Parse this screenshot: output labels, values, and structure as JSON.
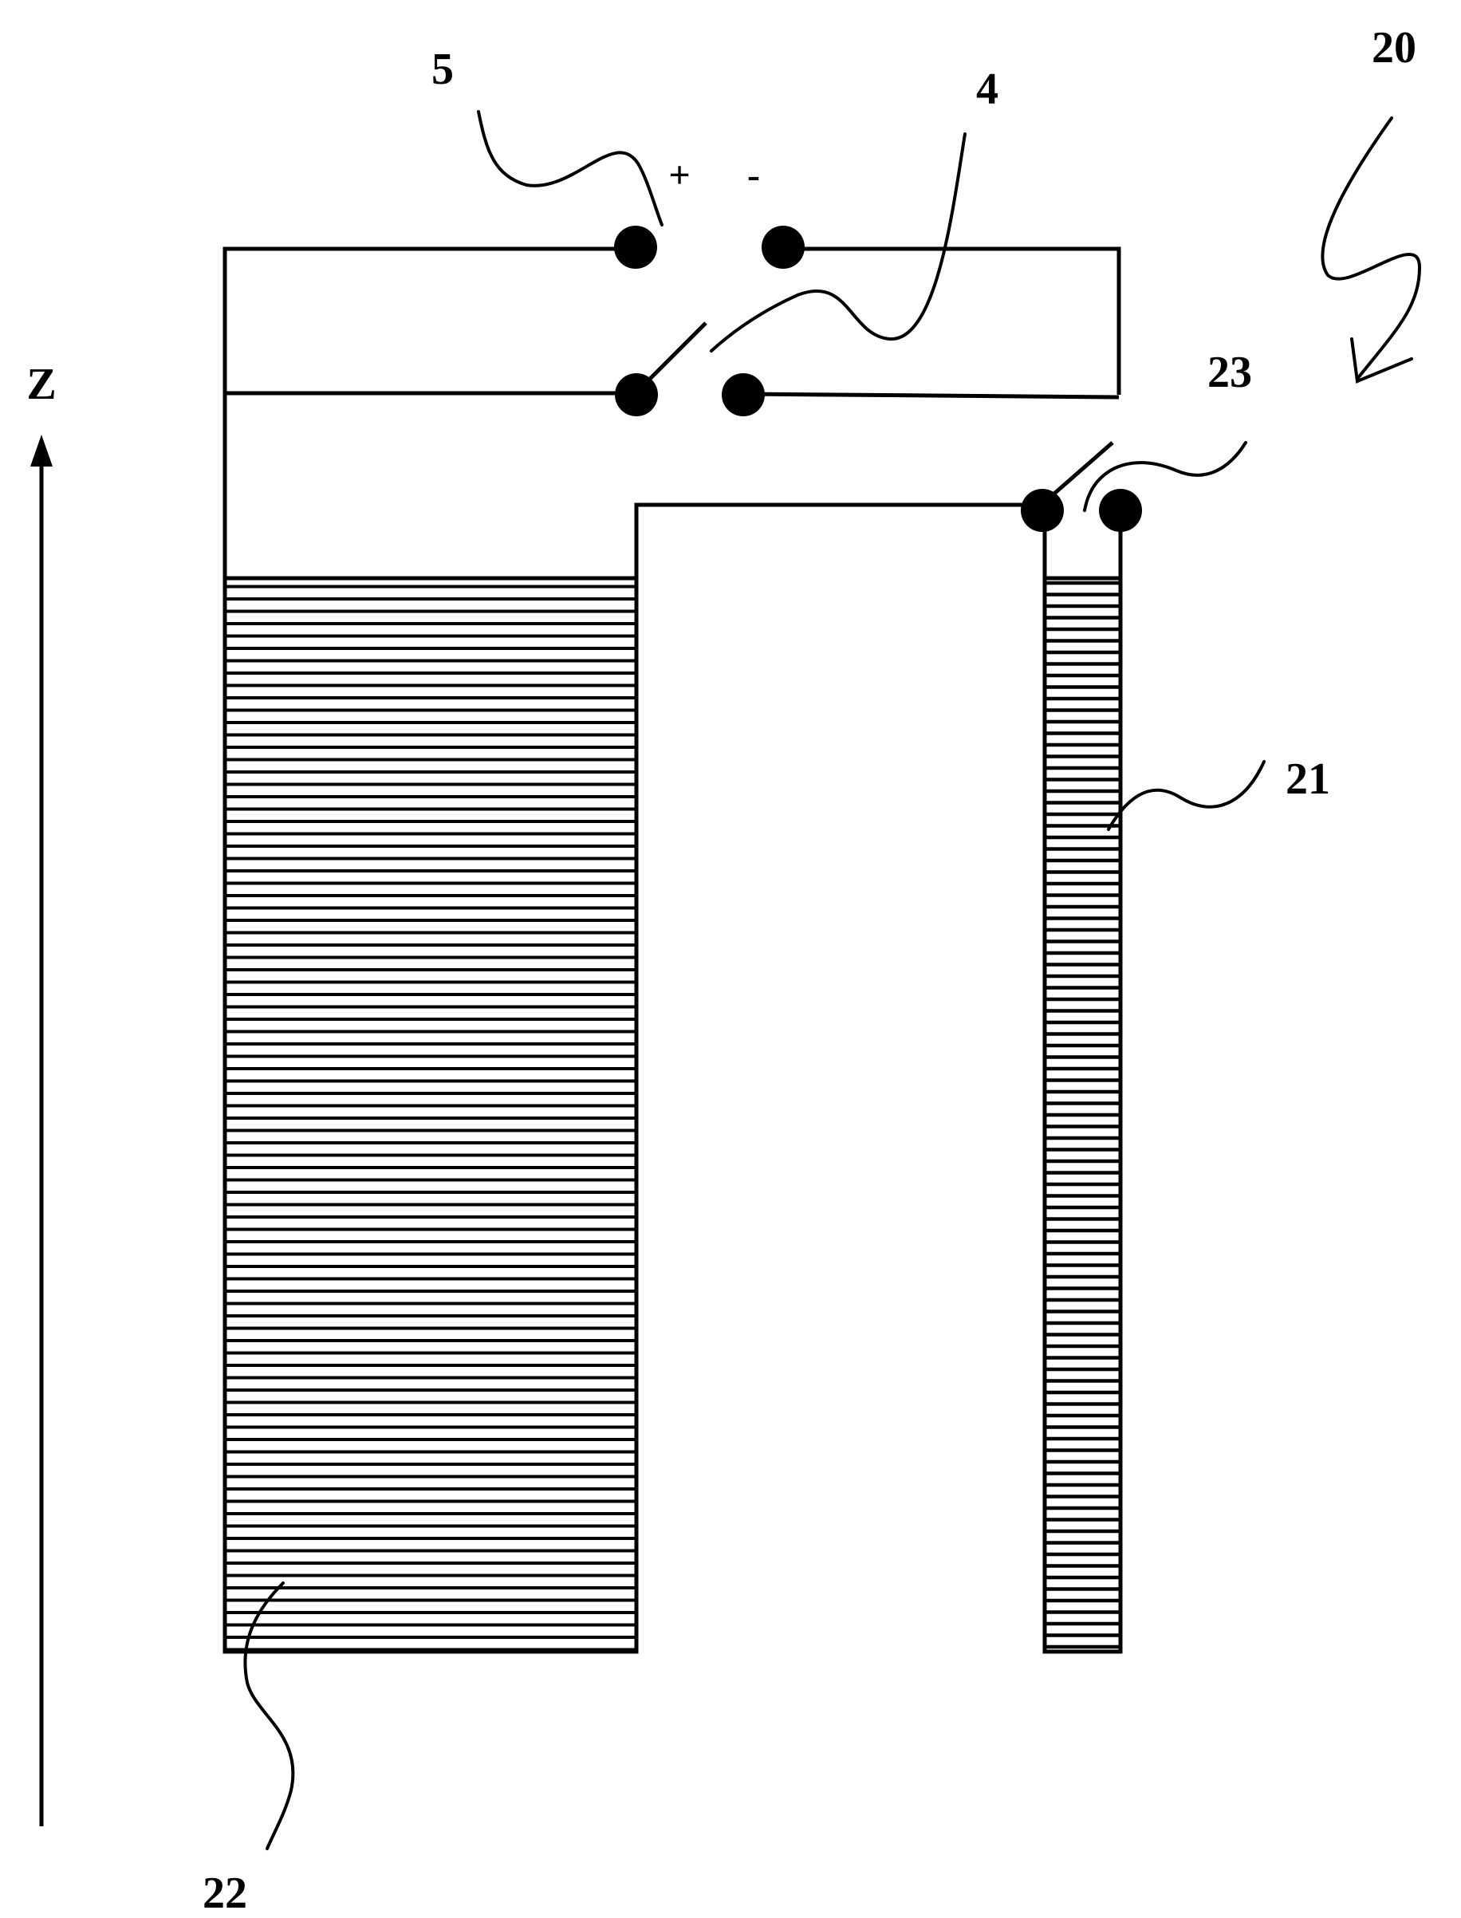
{
  "labels": {
    "axis": "Z",
    "ref_5": "5",
    "ref_4": "4",
    "ref_20": "20",
    "ref_23": "23",
    "ref_21": "21",
    "ref_22": "22",
    "plus": "+",
    "minus": "-"
  },
  "colors": {
    "ink": "#000000",
    "background": "#ffffff"
  }
}
